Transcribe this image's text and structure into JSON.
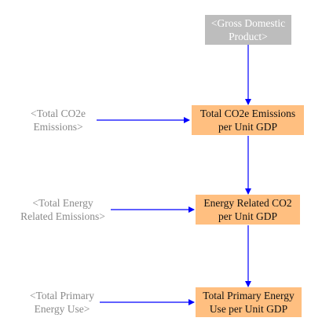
{
  "diagram": {
    "colors": {
      "arrow": "#0000ff",
      "shadow_text": "#8a8a8a",
      "box_fill": "#ffbf80",
      "gray_box_fill": "#bdbdbd"
    },
    "nodes": {
      "gdp": "<Gross Domestic\nProduct>",
      "total_co2e": "<Total CO2e\nEmissions>",
      "total_energy_related": "<Total Energy\nRelated Emissions>",
      "total_primary_energy": "<Total Primary\nEnergy Use>",
      "co2e_per_gdp": "Total CO2e Emissions\nper Unit GDP",
      "energy_co2_per_gdp": "Energy Related CO2\nper Unit GDP",
      "primary_energy_per_gdp": "Total Primary Energy\nUse per Unit GDP"
    }
  }
}
